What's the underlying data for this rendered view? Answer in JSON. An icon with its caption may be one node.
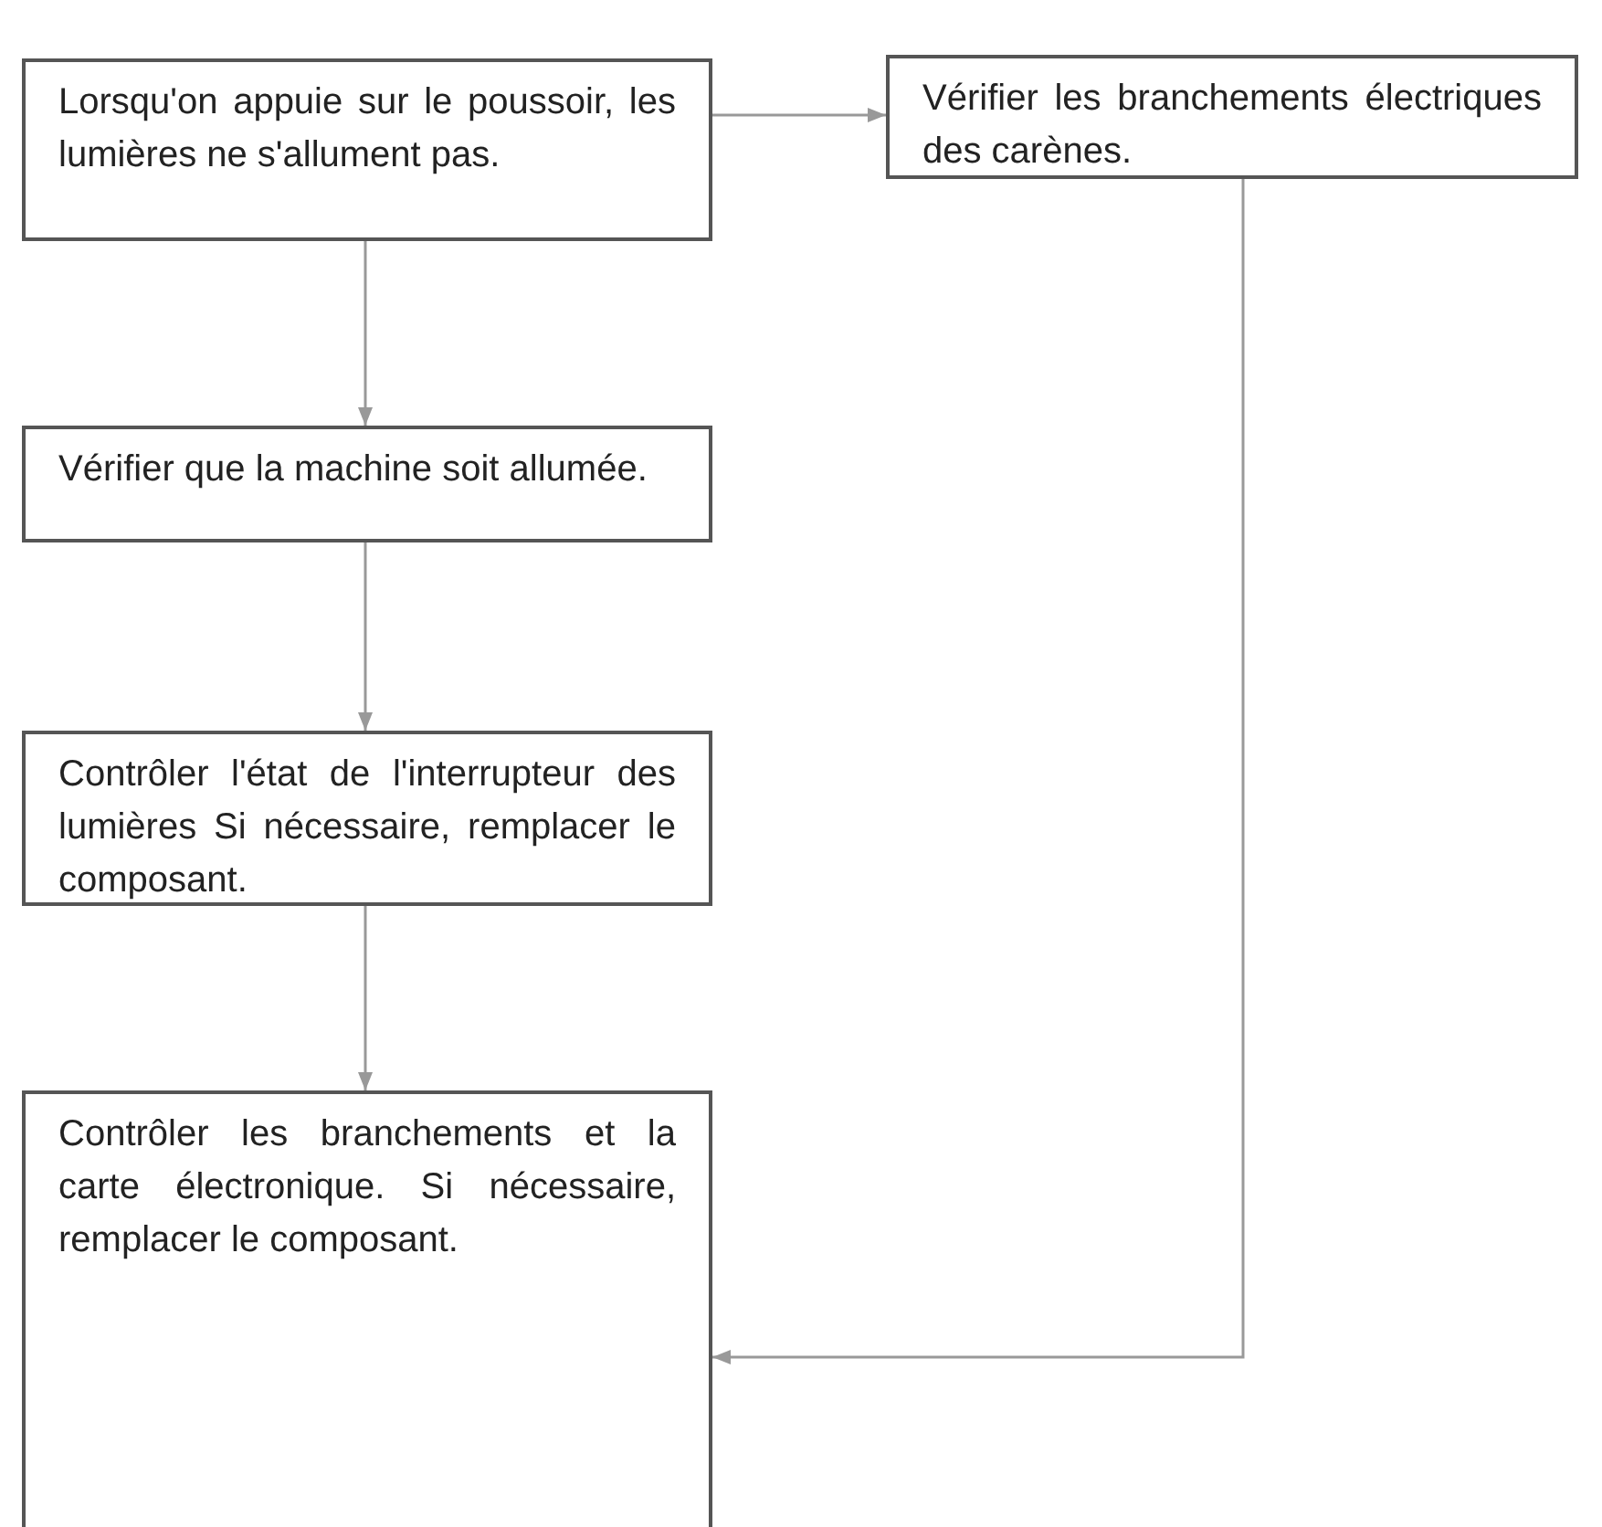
{
  "diagram": {
    "nodes": [
      {
        "text": [
          "Lorsqu'on appuie sur le poussoir, les lumières ne s'allument pas."
        ]
      },
      {
        "text": [
          "Vérifier les branchements électriques des carènes."
        ]
      },
      {
        "text": [
          "Vérifier que la machine soit allumée."
        ]
      },
      {
        "text": [
          "Contrôler l'état de l'interrupteur des lumières Si nécessaire, remplacer le composant."
        ]
      },
      {
        "text": [
          "Contrôler les branchements et la carte électronique. Si nécessaire, remplacer le composant."
        ]
      }
    ],
    "edges": [
      {
        "from": 0,
        "to": 1,
        "arrow": "to"
      },
      {
        "from": 0,
        "to": 2,
        "arrow": "to"
      },
      {
        "from": 2,
        "to": 3,
        "arrow": "to"
      },
      {
        "from": 3,
        "to": 4,
        "arrow": "to"
      },
      {
        "from": 1,
        "to": 4,
        "arrow": "to"
      }
    ]
  }
}
